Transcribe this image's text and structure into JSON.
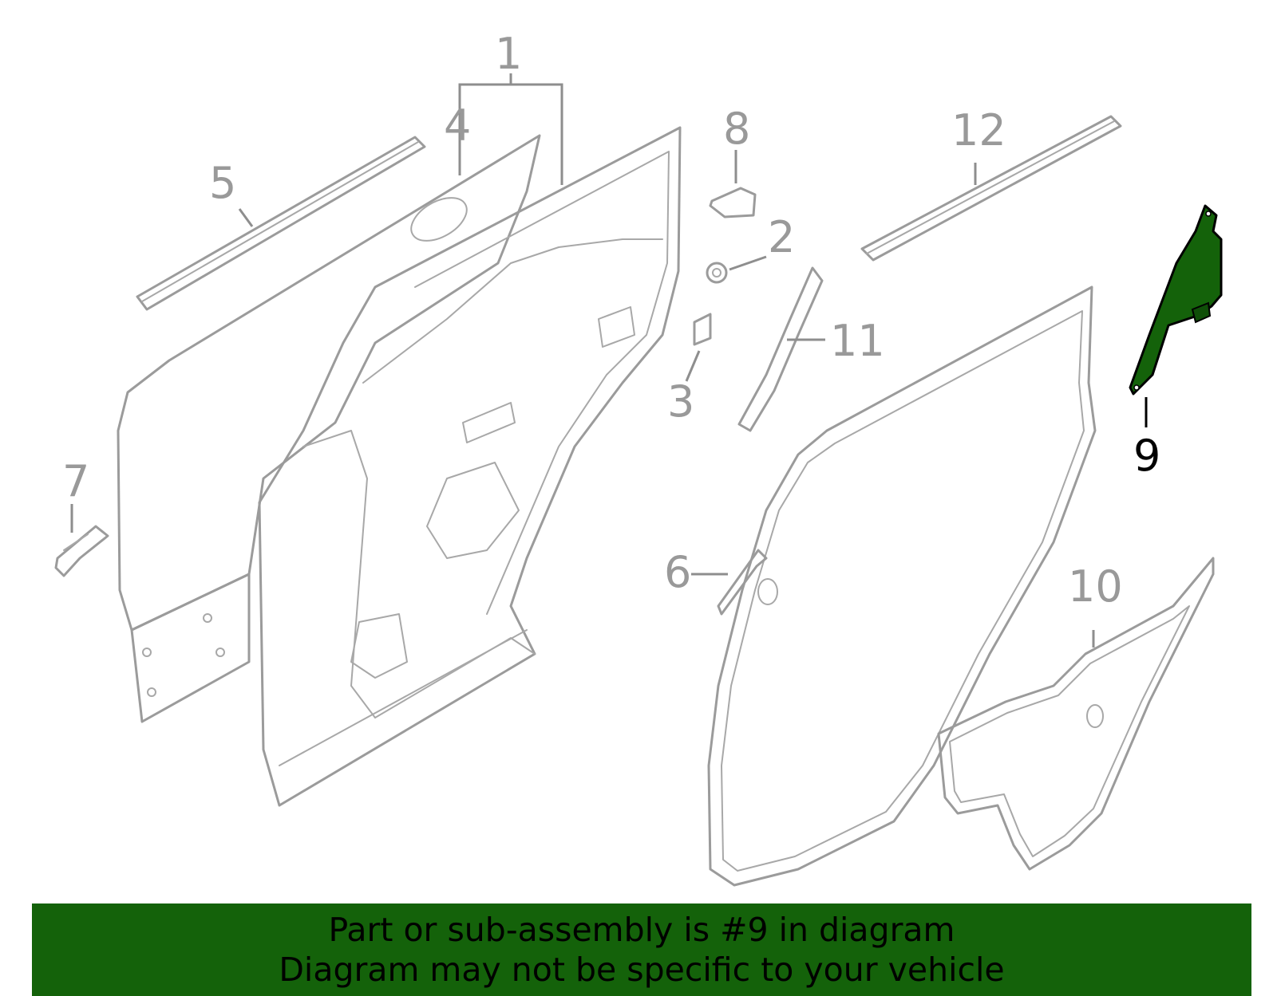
{
  "callouts": [
    {
      "id": "1",
      "label": "1"
    },
    {
      "id": "2",
      "label": "2"
    },
    {
      "id": "3",
      "label": "3"
    },
    {
      "id": "4",
      "label": "4"
    },
    {
      "id": "5",
      "label": "5"
    },
    {
      "id": "6",
      "label": "6"
    },
    {
      "id": "7",
      "label": "7"
    },
    {
      "id": "8",
      "label": "8"
    },
    {
      "id": "9",
      "label": "9"
    },
    {
      "id": "10",
      "label": "10"
    },
    {
      "id": "11",
      "label": "11"
    },
    {
      "id": "12",
      "label": "12"
    }
  ],
  "highlighted_part": "9",
  "colors": {
    "highlight": "#14620a",
    "banner": "#14620a",
    "part_lines": "#9b9b9b",
    "label": "#999999"
  },
  "banner": {
    "line1": "Part or sub-assembly is #9 in diagram",
    "line2": "Diagram may not be specific to your vehicle"
  }
}
